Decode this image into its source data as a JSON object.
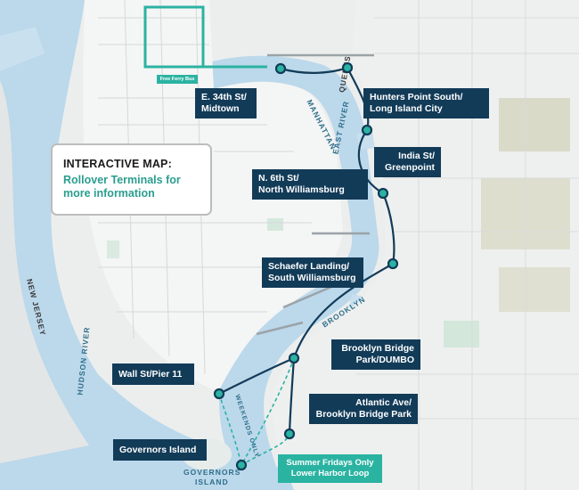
{
  "callout": {
    "title": "INTERACTIVE MAP:",
    "subtitle_line1": "Rollover Terminals for",
    "subtitle_line2": "more information"
  },
  "terminals": [
    {
      "line1": "E. 34th St/",
      "line2": "Midtown"
    },
    {
      "line1": "Hunters Point South/",
      "line2": "Long Island City"
    },
    {
      "line1": "India St/",
      "line2": "Greenpoint"
    },
    {
      "line1": "N. 6th St/",
      "line2": "North Williamsburg"
    },
    {
      "line1": "Schaefer Landing/",
      "line2": "South Williamsburg"
    },
    {
      "line1": "Brooklyn Bridge",
      "line2": "Park/DUMBO"
    },
    {
      "line1": "Wall St/Pier 11",
      "line2": ""
    },
    {
      "line1": "Atlantic Ave/",
      "line2": "Brooklyn Bridge Park"
    },
    {
      "line1": "Governors Island",
      "line2": ""
    }
  ],
  "summer_loop": {
    "line1": "Summer Fridays Only",
    "line2": "Lower Harbor Loop"
  },
  "free_ferry_bus": "Free Ferry Bus",
  "water_labels": {
    "east_river": "EAST RIVER",
    "hudson_river": "HUDSON RIVER",
    "new_jersey": "NEW JERSEY",
    "manhattan": "MANHATTAN",
    "brooklyn": "BROOKLYN",
    "queens": "QUEENS",
    "governors_island": "GOVERNORS",
    "governors_island_2": "ISLAND",
    "weekends_only": "WEEKENDS ONLY"
  },
  "colors": {
    "water": "#bcd8eb",
    "land": "#eeefef",
    "route": "#123b58",
    "label_bg": "#123b58",
    "accent": "#2bb3a2",
    "callout_text": "#2a9d8f"
  }
}
